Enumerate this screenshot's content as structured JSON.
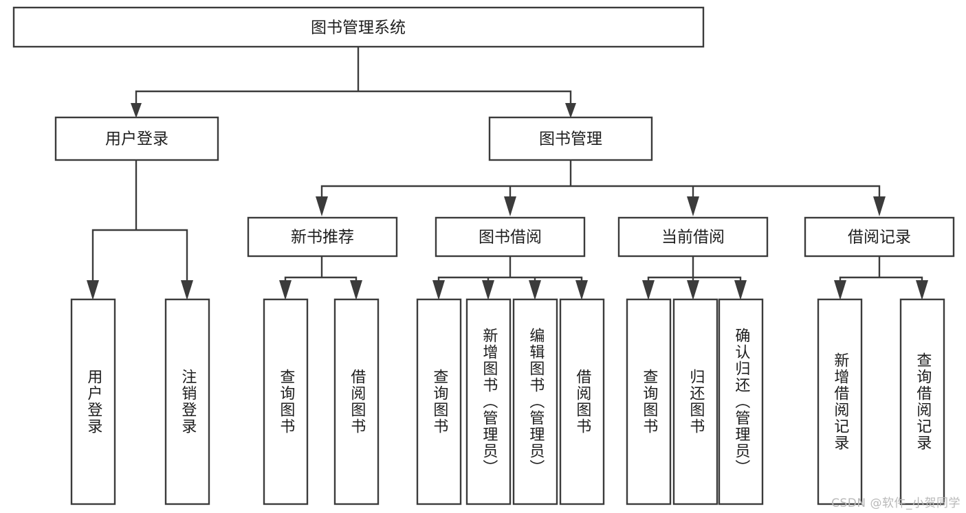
{
  "diagram": {
    "title": "图书管理系统",
    "type": "hierarchy-tree",
    "watermark": "CSDN @软件_小贺同学",
    "colors": {
      "box_stroke": "#3b3b3b",
      "box_fill": "#ffffff",
      "text": "#1d1d1d",
      "background": "#ffffff",
      "watermark": "#b9b9b9"
    },
    "levels": {
      "level1": [
        {
          "id": "root",
          "label": "图书管理系统",
          "orientation": "horizontal"
        }
      ],
      "level2": [
        {
          "id": "login",
          "label": "用户登录",
          "orientation": "horizontal"
        },
        {
          "id": "bookmgmt",
          "label": "图书管理",
          "orientation": "horizontal"
        }
      ],
      "level3": [
        {
          "id": "newbook",
          "label": "新书推荐",
          "orientation": "horizontal"
        },
        {
          "id": "borrow",
          "label": "图书借阅",
          "orientation": "horizontal"
        },
        {
          "id": "current",
          "label": "当前借阅",
          "orientation": "horizontal"
        },
        {
          "id": "records",
          "label": "借阅记录",
          "orientation": "horizontal"
        }
      ],
      "level4": [
        {
          "id": "leaf-1",
          "parent": "login",
          "label": "用户登录",
          "orientation": "vertical"
        },
        {
          "id": "leaf-2",
          "parent": "login",
          "label": "注销登录",
          "orientation": "vertical"
        },
        {
          "id": "leaf-3",
          "parent": "newbook",
          "label": "查询图书",
          "orientation": "vertical"
        },
        {
          "id": "leaf-4",
          "parent": "newbook",
          "label": "借阅图书",
          "orientation": "vertical"
        },
        {
          "id": "leaf-5",
          "parent": "borrow",
          "label": "查询图书",
          "orientation": "vertical"
        },
        {
          "id": "leaf-6",
          "parent": "borrow",
          "label": "新增图书（管理员）",
          "orientation": "vertical"
        },
        {
          "id": "leaf-7",
          "parent": "borrow",
          "label": "编辑图书（管理员）",
          "orientation": "vertical"
        },
        {
          "id": "leaf-8",
          "parent": "borrow",
          "label": "借阅图书",
          "orientation": "vertical"
        },
        {
          "id": "leaf-9",
          "parent": "current",
          "label": "查询图书",
          "orientation": "vertical"
        },
        {
          "id": "leaf-10",
          "parent": "current",
          "label": "归还图书",
          "orientation": "vertical"
        },
        {
          "id": "leaf-11",
          "parent": "current",
          "label": "确认归还（管理员）",
          "orientation": "vertical"
        },
        {
          "id": "leaf-12",
          "parent": "records",
          "label": "新增借阅记录",
          "orientation": "vertical"
        },
        {
          "id": "leaf-13",
          "parent": "records",
          "label": "查询借阅记录",
          "orientation": "vertical"
        }
      ]
    }
  }
}
